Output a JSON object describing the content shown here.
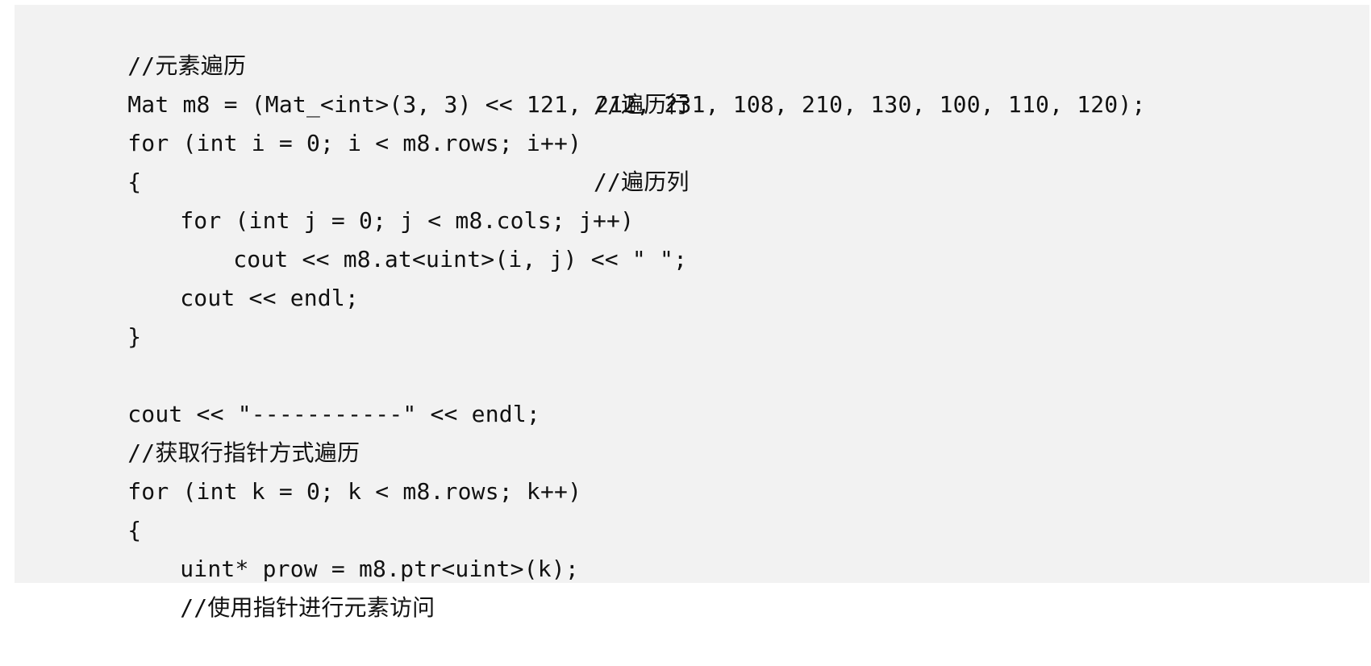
{
  "code": {
    "lines": [
      "//元素遍历",
      "Mat m8 = (Mat_<int>(3, 3) << 121, 212, 231, 108, 210, 130, 100, 110, 120);",
      "for (int i = 0; i < m8.rows; i++)",
      "//遍历行",
      "{",
      "for (int j = 0; j < m8.cols; j++)",
      "//遍历列",
      "cout << m8.at<uint>(i, j) << \" \";",
      "cout << endl;",
      "}",
      "cout << \"-----------\" << endl;",
      "//获取行指针方式遍历",
      "for (int k = 0; k < m8.rows; k++)",
      "{",
      "uint* prow = m8.ptr<uint>(k);",
      "//使用指针进行元素访问"
    ]
  }
}
